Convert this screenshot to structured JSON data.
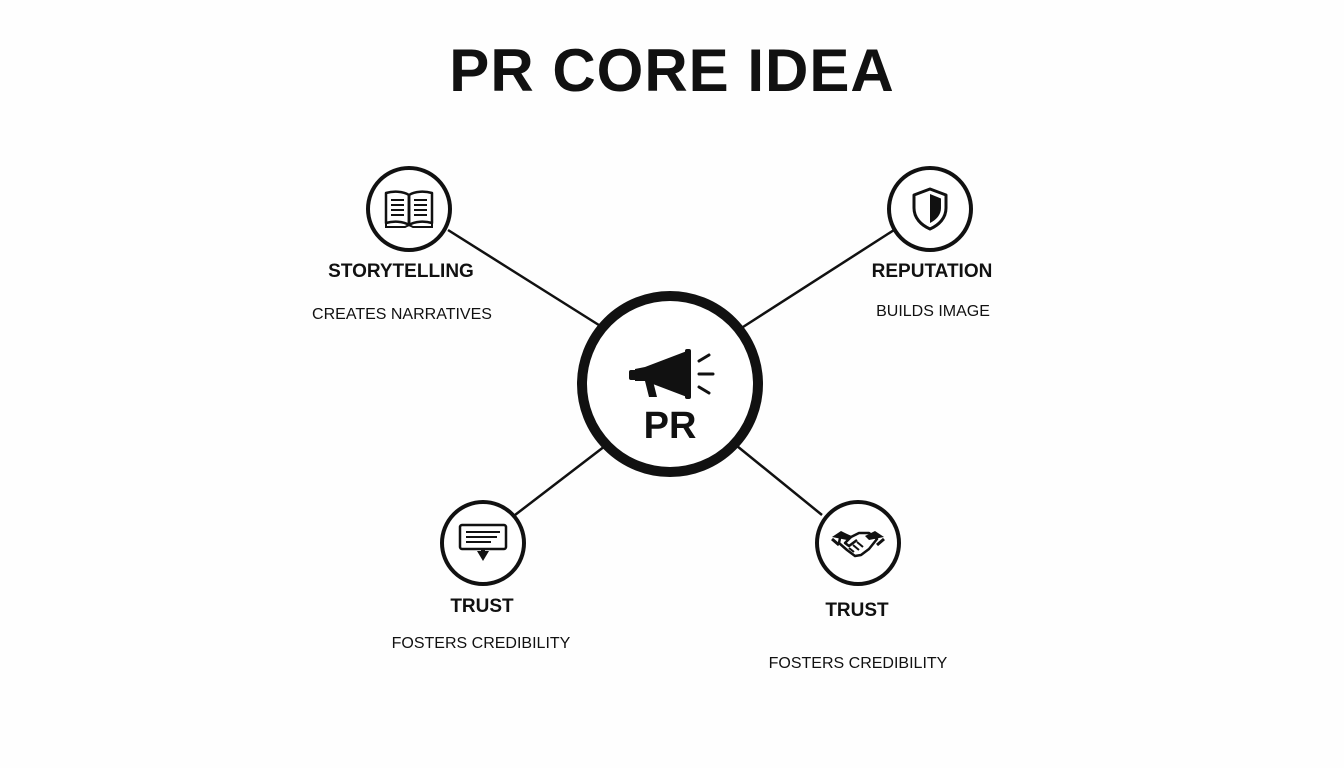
{
  "title": "PR CORE IDEA",
  "center": {
    "label": "PR",
    "icon": "megaphone-icon"
  },
  "nodes": [
    {
      "label": "STORYTELLING",
      "description": "CREATES NARRATIVES",
      "icon": "open-book-icon"
    },
    {
      "label": "REPUTATION",
      "description": "BUILDS IMAGE",
      "icon": "shield-icon"
    },
    {
      "label": "TRUST",
      "description": "FOSTERS CREDIBILITY",
      "icon": "message-box-icon"
    },
    {
      "label": "TRUST",
      "description": "FOSTERS CREDIBILITY",
      "icon": "handshake-icon"
    }
  ],
  "colors": {
    "ink": "#111111",
    "background": "#ffffff"
  }
}
